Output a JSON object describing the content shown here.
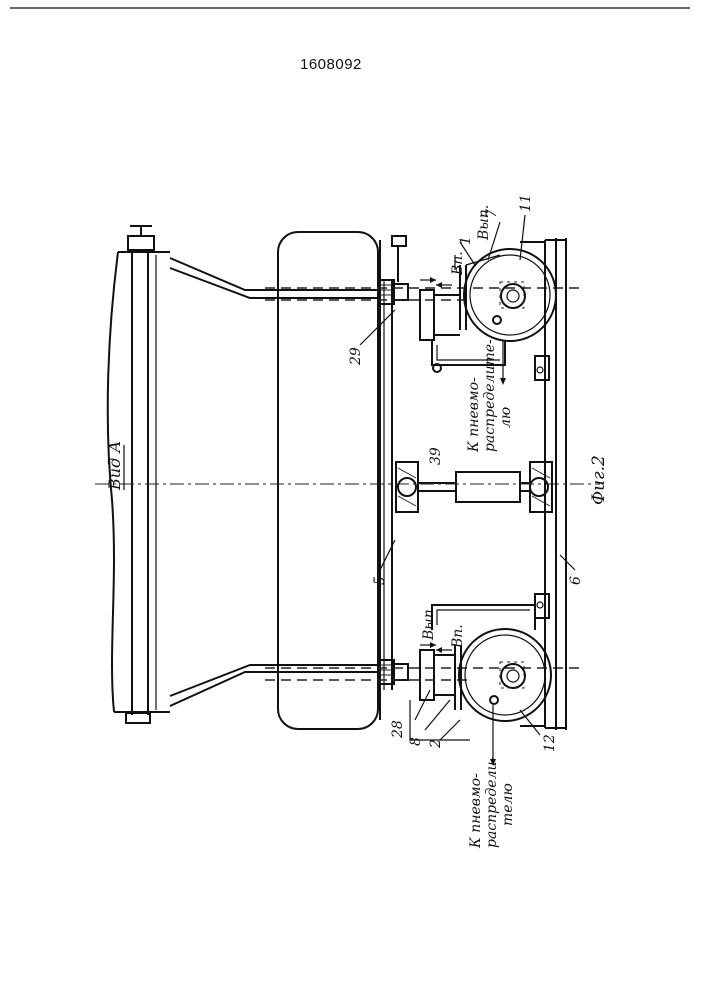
{
  "patent_number": "1608092",
  "figure_caption": "Фиг.2",
  "view_label": "Вид А",
  "labels": {
    "l1": "1",
    "l2": "2",
    "l5": "5",
    "l6": "6",
    "l7": "7",
    "l8": "8",
    "l11": "11",
    "l12": "12",
    "l28": "28",
    "l29": "29",
    "l39": "39",
    "vyp_top": "Вып.",
    "vp_top": "Вп.",
    "vyp_bottom": "Вып.",
    "vp_bottom": "Вп."
  },
  "notes": {
    "top_line1": "К пневмо-",
    "top_line2": "распределите-",
    "top_line3": "лю",
    "bottom_line1": "К пневмо-",
    "bottom_line2": "распредели-",
    "bottom_line3": "телю"
  }
}
